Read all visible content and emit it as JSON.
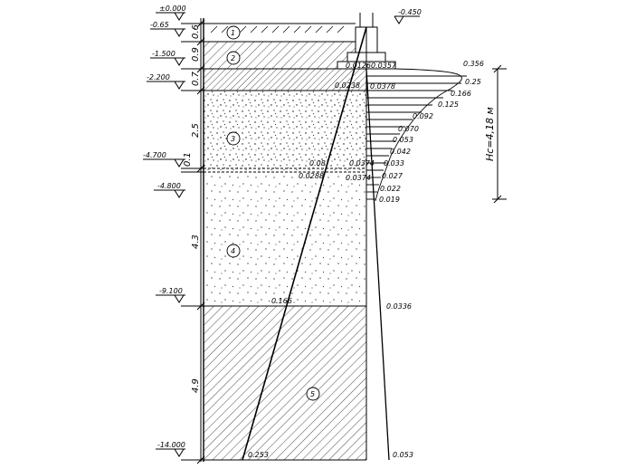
{
  "elevations": {
    "top": "±0.000",
    "e1": "-0.65",
    "e2": "-1.500",
    "e3": "-2.200",
    "e4": "-4.700",
    "e5": "-4.800",
    "e6": "-9.100",
    "e7": "-14.000",
    "foundation_top": "-0.450"
  },
  "thickness": {
    "t1": "0.6",
    "t2": "0.9",
    "t3": "0.7",
    "t4": "2.5",
    "t5": "0.1",
    "t6": "4.3",
    "t7": "4.9"
  },
  "layers": [
    "1",
    "2",
    "3",
    "4",
    "5"
  ],
  "bz_values": {
    "v1": "0.0126",
    "v2": "0.0357",
    "v3": "0.0238",
    "v4": "0.08",
    "v5": "0.0288",
    "v6": "0.166",
    "v7": "0.253"
  },
  "bzp_values": {
    "p1": "0.0378",
    "p2": "0.0374",
    "p3": "0.0374",
    "p4": "0.0336",
    "p5": "0.053"
  },
  "curve_values": [
    "0.356",
    "0.25",
    "0.166",
    "0.125",
    "0.092",
    "0.070",
    "0.053",
    "0.042",
    "0.033",
    "0.027",
    "0.022",
    "0.019"
  ],
  "hc_label": "Hc=4,18 м"
}
